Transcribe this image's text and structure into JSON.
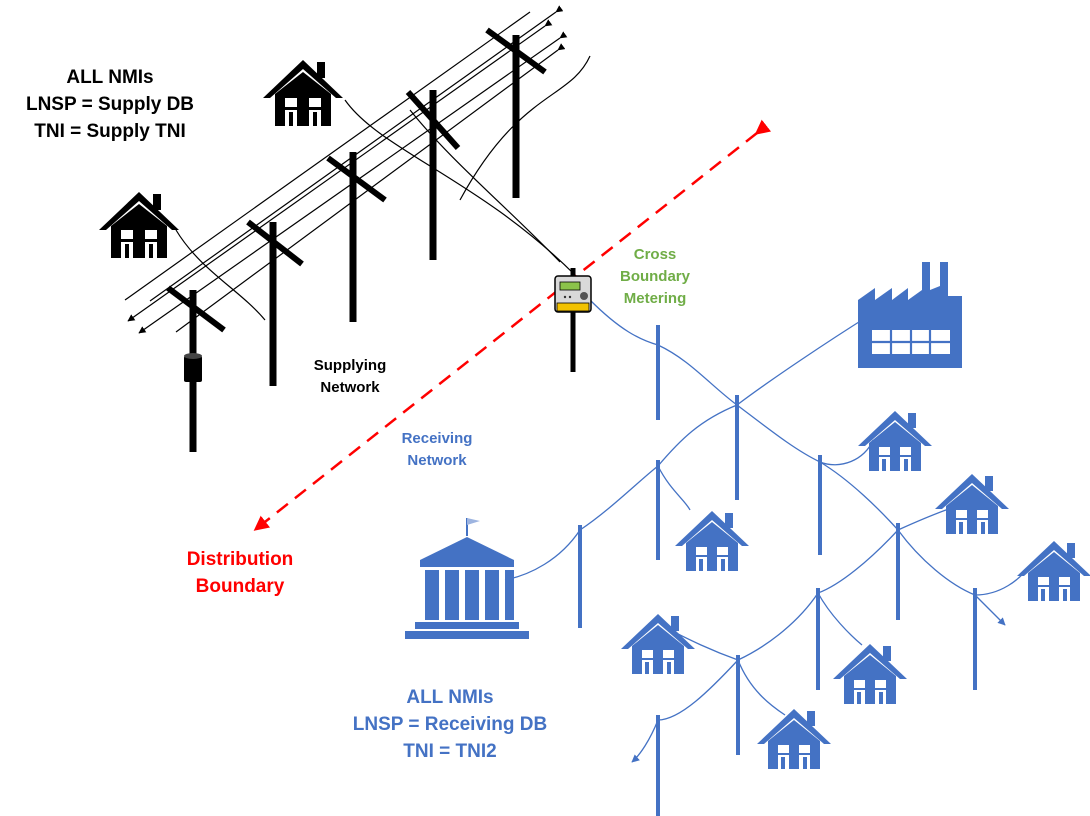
{
  "supply_block": {
    "line1": "ALL NMIs",
    "line2": "LNSP = Supply DB",
    "line3": "TNI = Supply TNI"
  },
  "supplying_network": {
    "line1": "Supplying",
    "line2": "Network"
  },
  "receiving_network": {
    "line1": "Receiving",
    "line2": "Network"
  },
  "cross_boundary": {
    "line1": "Cross",
    "line2": "Boundary",
    "line3": "Metering"
  },
  "distribution_boundary": {
    "line1": "Distribution",
    "line2": "Boundary"
  },
  "receiving_block": {
    "line1": "ALL NMIs",
    "line2": "LNSP = Receiving DB",
    "line3": "TNI = TNI2"
  },
  "colors": {
    "supply": "#000000",
    "receiving": "#4472C4",
    "cross_boundary": "#70AD47",
    "boundary": "#FF0000"
  },
  "icons": [
    "house-icon",
    "factory-icon",
    "government-building-icon",
    "power-pole-icon",
    "transformer-icon",
    "electricity-meter-icon"
  ]
}
